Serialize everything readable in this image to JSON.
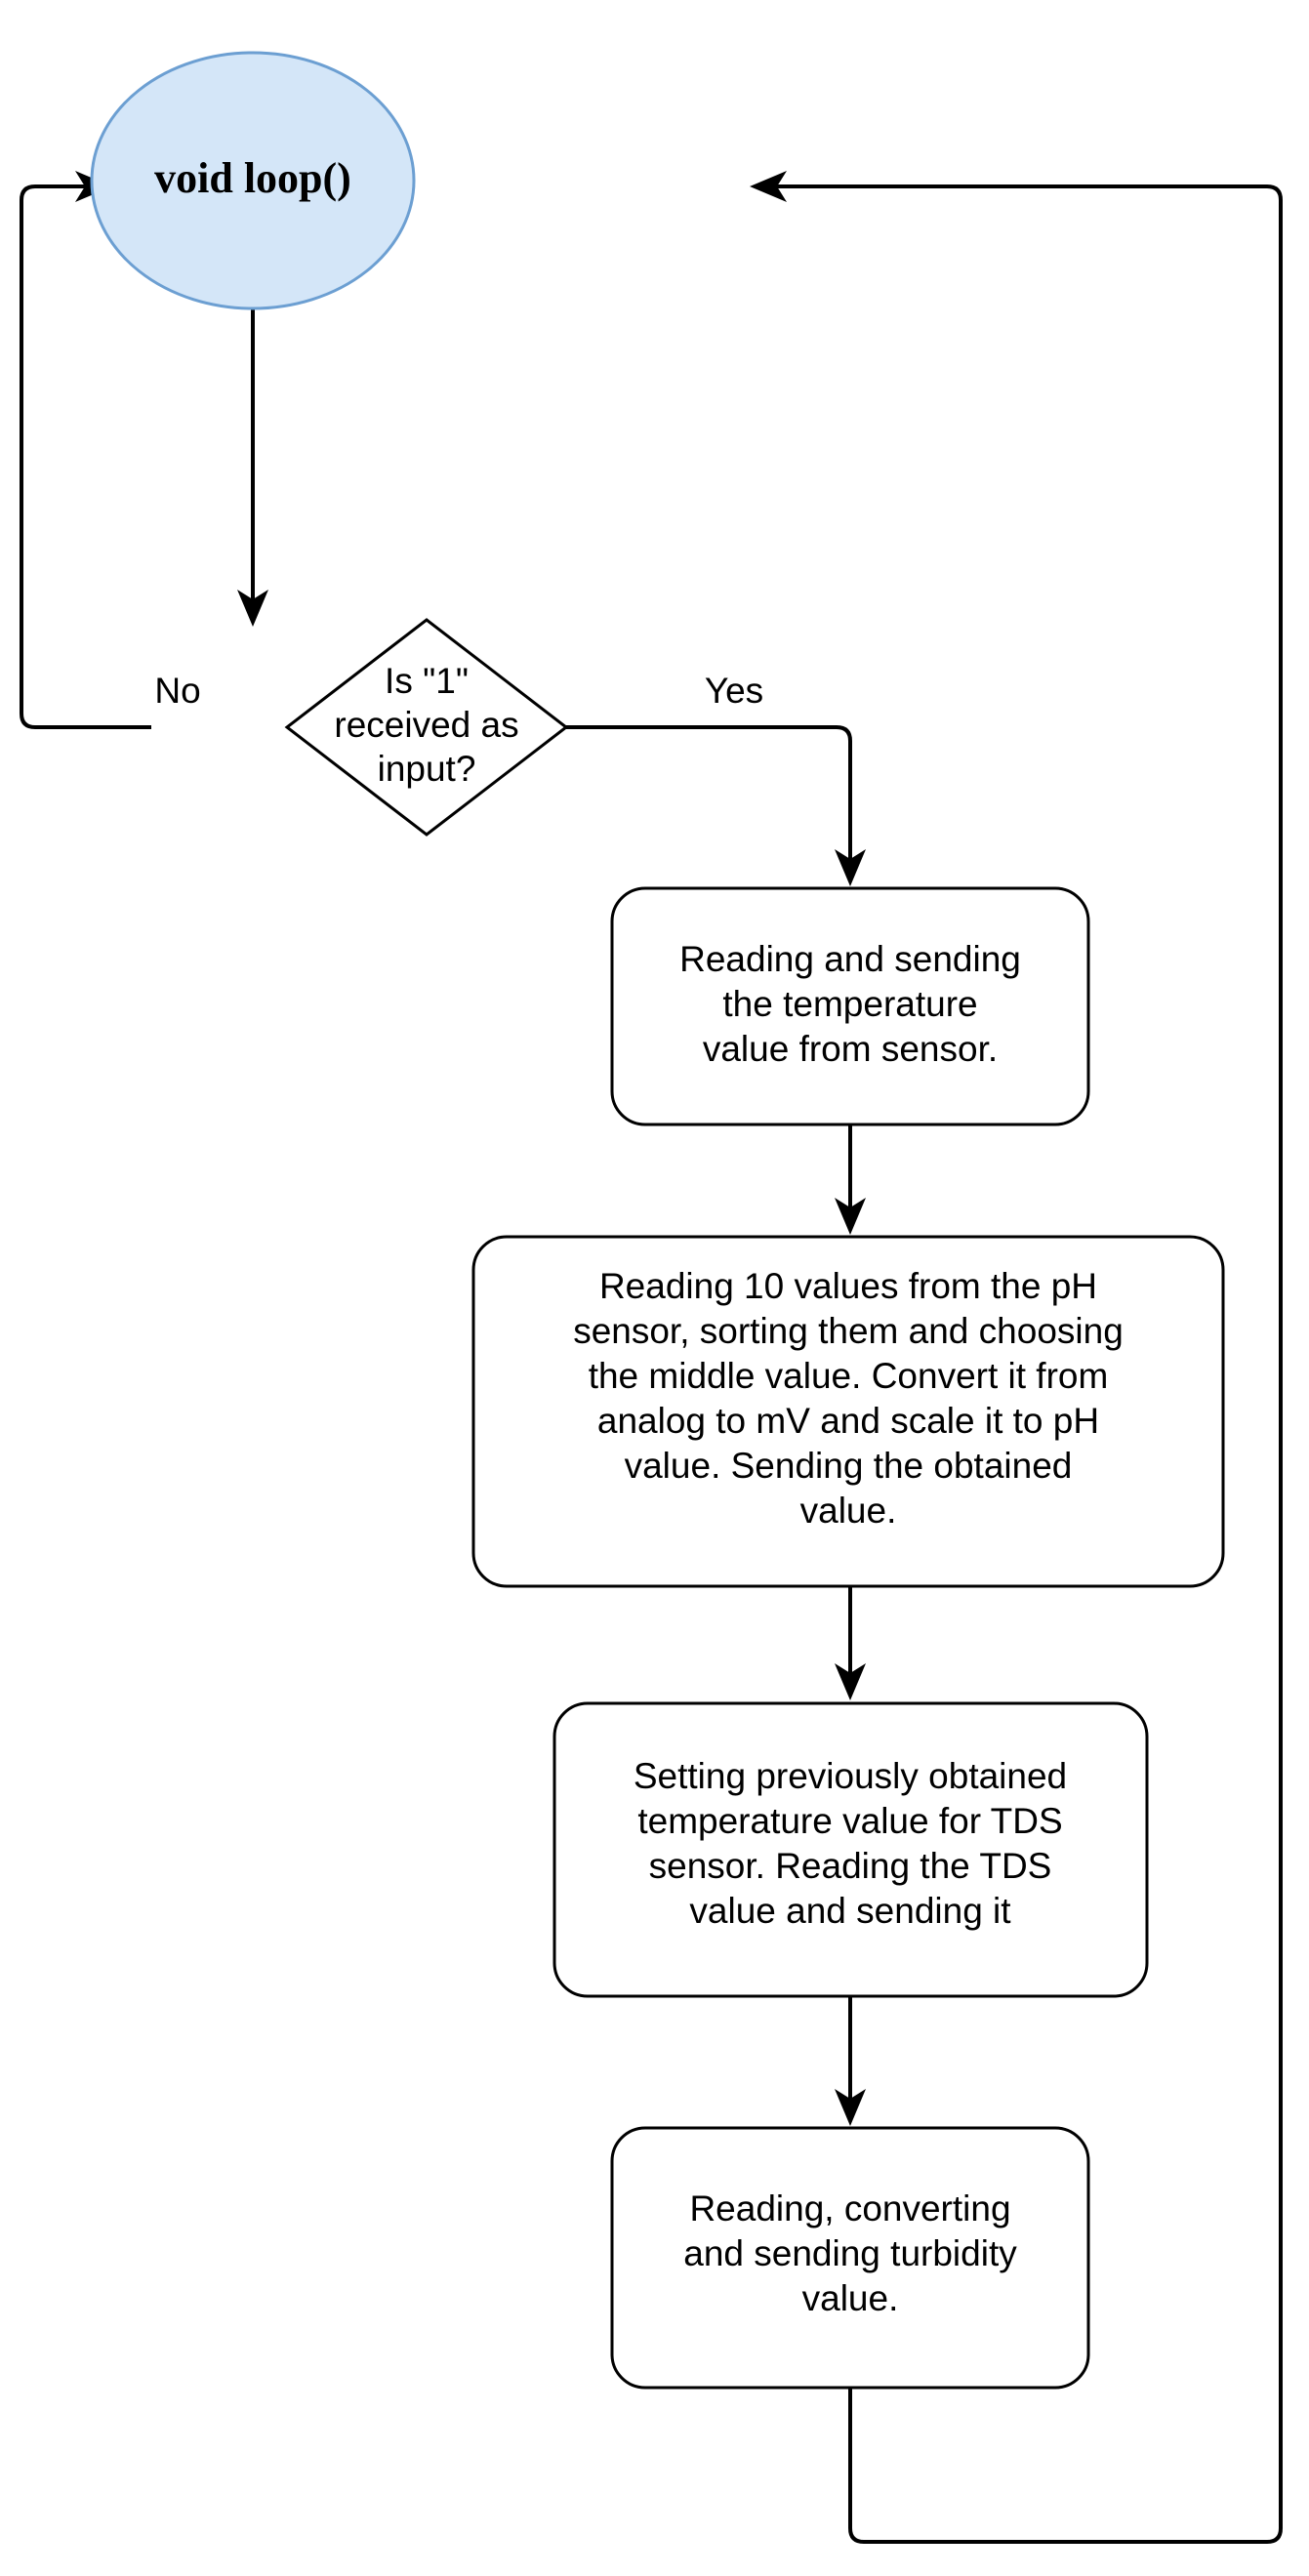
{
  "diagram": {
    "type": "flowchart",
    "title": "void loop() sensor reading flowchart",
    "background_color": "#ffffff",
    "line_color": "#000000",
    "start_fill_color": "#d4e6f8",
    "start_stroke_color": "#6c9fd2",
    "process_fill_color": "#ffffff",
    "process_stroke_color": "#000000"
  },
  "nodes": {
    "start": {
      "shape": "ellipse",
      "label": "void loop()"
    },
    "decision": {
      "shape": "diamond",
      "line1": "Is \"1\"",
      "line2": "received as",
      "line3": "input?"
    },
    "process_temperature": {
      "shape": "rounded-rectangle",
      "line1": "Reading and sending",
      "line2": "the temperature",
      "line3": "value from sensor."
    },
    "process_ph": {
      "shape": "rounded-rectangle",
      "line1": "Reading 10 values from the pH",
      "line2": "sensor, sorting them and choosing",
      "line3": "the middle value. Convert it from",
      "line4": "analog to mV and scale it to pH",
      "line5": "value. Sending the obtained",
      "line6": "value."
    },
    "process_tds": {
      "shape": "rounded-rectangle",
      "line1": "Setting previously obtained",
      "line2": "temperature value for TDS",
      "line3": "sensor. Reading the TDS",
      "line4": "value and sending it"
    },
    "process_turbidity": {
      "shape": "rounded-rectangle",
      "line1": "Reading, converting",
      "line2": "and sending turbidity",
      "line3": "value."
    }
  },
  "edges": {
    "no_label": "No",
    "yes_label": "Yes"
  }
}
